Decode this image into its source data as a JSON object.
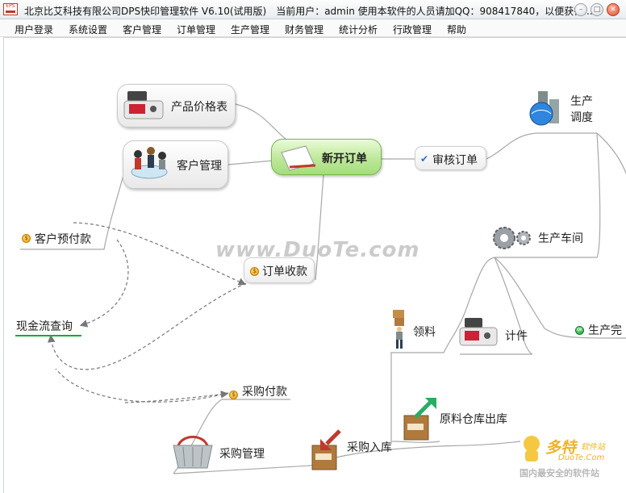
{
  "window": {
    "title": "北京比艾科技有限公司DPS快印管理软件 V6.10(试用版)　当前用户：admin  使用本软件的人员请加QQ：908417840，以便获得..."
  },
  "menu": [
    "用户登录",
    "系统设置",
    "客户管理",
    "订单管理",
    "生产管理",
    "财务管理",
    "统计分析",
    "行政管理",
    "帮助"
  ],
  "nodes": {
    "product_price": "产品价格表",
    "customer_mgmt": "客户管理",
    "new_order": "新开订单",
    "review_order": "审核订单",
    "production_dispatch_1": "生产",
    "production_dispatch_2": "调度",
    "prepayment": "客户预付款",
    "workshop": "生产车间",
    "order_payment": "订单收款",
    "cashflow": "现金流查询",
    "pick_material": "领料",
    "piecework": "计件",
    "production_done": "生产完",
    "purchase_payment": "采购付款",
    "material_out": "原料仓库出库",
    "purchase_in": "采购入库",
    "purchase_mgmt": "采购管理"
  },
  "watermark": "www.DuoTe.com",
  "brand": {
    "name": "多特",
    "suffix": "软件站",
    "domain": "DuoTe.Com",
    "slogan": "国内最安全的软件站"
  },
  "icons": {
    "close": "close-icon",
    "minimize": "minimize-icon",
    "maximize": "maximize-icon"
  }
}
